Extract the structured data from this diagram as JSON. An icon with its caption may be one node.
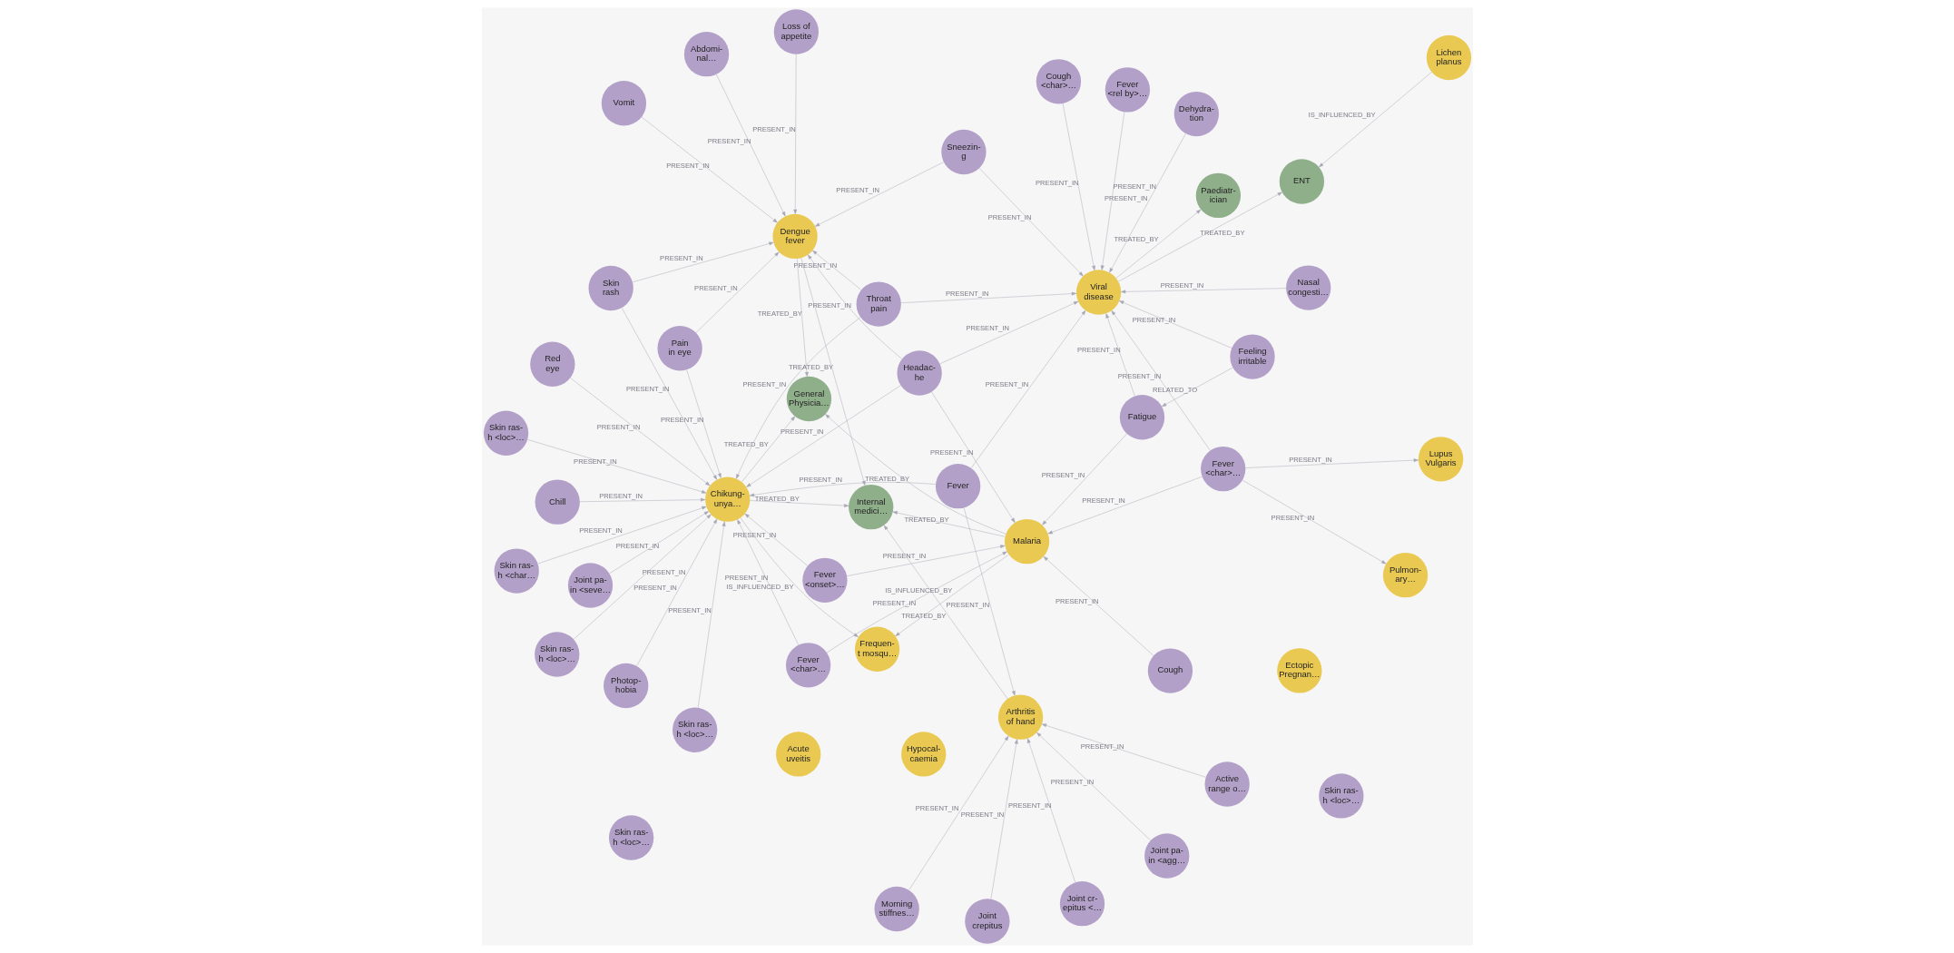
{
  "diagram": {
    "nodes": [
      {
        "text": [
          "Joint crepitus"
        ]
      },
      {
        "text": [
          "Frequen- t mosqu…"
        ]
      },
      {
        "text": [
          "Internal medici…"
        ]
      },
      {
        "text": [
          "Lupus Vulgaris"
        ]
      },
      {
        "text": [
          "Ectopic Pregnan…"
        ]
      },
      {
        "text": [
          "Active range o…"
        ]
      },
      {
        "text": [
          "Malaria"
        ]
      },
      {
        "text": [
          "Fever <char>…"
        ]
      },
      {
        "text": [
          "Acute uveitis"
        ]
      },
      {
        "text": [
          "Pulmon- ary…"
        ]
      },
      {
        "text": [
          "Joint pa- in <agg…"
        ]
      },
      {
        "text": [
          "Fever <char>…"
        ]
      },
      {
        "text": [
          "General Physicia…"
        ]
      },
      {
        "text": [
          "Morning stiffnes…"
        ]
      },
      {
        "text": [
          "Arthritis of hand"
        ]
      },
      {
        "text": [
          "Fever <onset>…"
        ]
      },
      {
        "text": [
          "Cough"
        ]
      },
      {
        "text": [
          "Fatigue"
        ]
      },
      {
        "text": [
          "Feeling irritable"
        ]
      },
      {
        "text": [
          "Cough <char>…"
        ]
      },
      {
        "text": [
          "Fever"
        ]
      },
      {
        "text": [
          "Chill"
        ]
      },
      {
        "text": [
          "Joint cr- epitus <…"
        ]
      },
      {
        "text": [
          "Vomit"
        ]
      },
      {
        "text": [
          "Headac- he"
        ]
      },
      {
        "text": [
          "Paediatr- ician"
        ]
      },
      {
        "text": [
          "Dehydra- tion"
        ]
      },
      {
        "text": [
          "Viral disease"
        ]
      },
      {
        "text": [
          "Hypocal- caemia"
        ]
      },
      {
        "text": [
          "Chikung- unya…"
        ]
      },
      {
        "text": [
          "Joint pa- in <seve…"
        ]
      },
      {
        "text": [
          "Photop- hobia"
        ]
      },
      {
        "text": [
          "Skin ras- h <loc>…"
        ]
      },
      {
        "text": [
          "Skin rash"
        ]
      },
      {
        "text": [
          "Throat pain"
        ]
      },
      {
        "text": [
          "Sneezin- g"
        ]
      },
      {
        "text": [
          "Fever <rel by>…"
        ]
      },
      {
        "text": [
          "ENT"
        ]
      },
      {
        "text": [
          "Pain in eye"
        ]
      },
      {
        "text": [
          "Skin ras- h <loc>…"
        ]
      },
      {
        "text": [
          "Red eye"
        ]
      },
      {
        "text": [
          "Skin ras- h <loc>…"
        ]
      },
      {
        "text": [
          "Skin ras- h <loc>…"
        ]
      },
      {
        "text": [
          "Abdomi- nal…"
        ]
      },
      {
        "text": [
          "Dengue fever"
        ]
      },
      {
        "text": [
          "Loss of appetite"
        ]
      },
      {
        "text": [
          "Skin ras- h <loc>…"
        ]
      },
      {
        "text": [
          "Skin ras- h <char…"
        ]
      },
      {
        "text": [
          "Nasal congesti…"
        ]
      },
      {
        "text": [
          "Lichen planus"
        ]
      }
    ],
    "edges": [
      {
        "from": 10,
        "to": 14,
        "arrow": "to",
        "label": "PRESENT_IN"
      },
      {
        "from": 0,
        "to": 14,
        "arrow": "to",
        "label": "PRESENT_IN"
      },
      {
        "from": 5,
        "to": 14,
        "arrow": "to",
        "label": "PRESENT_IN"
      },
      {
        "from": 13,
        "to": 14,
        "arrow": "to",
        "label": "PRESENT_IN"
      },
      {
        "from": 22,
        "to": 14,
        "arrow": "to",
        "label": "PRESENT_IN"
      },
      {
        "from": 20,
        "to": 14,
        "arrow": "to",
        "label": "PRESENT_IN"
      },
      {
        "from": 14,
        "to": 2,
        "arrow": "to",
        "label": "TREATED_BY"
      },
      {
        "from": 6,
        "to": 2,
        "arrow": "to",
        "label": "TREATED_BY"
      },
      {
        "from": 6,
        "to": 12,
        "arrow": "to",
        "label": "TREATED_BY"
      },
      {
        "from": 6,
        "to": 1,
        "arrow": "to",
        "label": "IS_INFLUENCED_BY"
      },
      {
        "from": 29,
        "to": 1,
        "arrow": "to",
        "label": "IS_INFLUENCED_BY"
      },
      {
        "from": 29,
        "to": 2,
        "arrow": "to",
        "label": "TREATED_BY"
      },
      {
        "from": 29,
        "to": 12,
        "arrow": "to",
        "label": "TREATED_BY"
      },
      {
        "from": 11,
        "to": 6,
        "arrow": "to",
        "label": "PRESENT_IN"
      },
      {
        "from": 7,
        "to": 6,
        "arrow": "to",
        "label": "PRESENT_IN"
      },
      {
        "from": 15,
        "to": 6,
        "arrow": "to",
        "label": "PRESENT_IN"
      },
      {
        "from": 16,
        "to": 6,
        "arrow": "to",
        "label": "PRESENT_IN"
      },
      {
        "from": 24,
        "to": 6,
        "arrow": "to",
        "label": "PRESENT_IN"
      },
      {
        "from": 17,
        "to": 6,
        "arrow": "to",
        "label": "PRESENT_IN"
      },
      {
        "from": 11,
        "to": 29,
        "arrow": "to",
        "label": "PRESENT_IN"
      },
      {
        "from": 20,
        "to": 29,
        "arrow": "to",
        "label": "PRESENT_IN"
      },
      {
        "from": 21,
        "to": 29,
        "arrow": "to",
        "label": "PRESENT_IN"
      },
      {
        "from": 30,
        "to": 29,
        "arrow": "to",
        "label": "PRESENT_IN"
      },
      {
        "from": 31,
        "to": 29,
        "arrow": "to",
        "label": "PRESENT_IN"
      },
      {
        "from": 32,
        "to": 29,
        "arrow": "to",
        "label": "PRESENT_IN"
      },
      {
        "from": 39,
        "to": 29,
        "arrow": "to",
        "label": "PRESENT_IN"
      },
      {
        "from": 42,
        "to": 29,
        "arrow": "to",
        "label": "PRESENT_IN"
      },
      {
        "from": 40,
        "to": 29,
        "arrow": "to",
        "label": "PRESENT_IN"
      },
      {
        "from": 38,
        "to": 29,
        "arrow": "to",
        "label": "PRESENT_IN"
      },
      {
        "from": 47,
        "to": 29,
        "arrow": "to",
        "label": "PRESENT_IN"
      },
      {
        "from": 24,
        "to": 29,
        "arrow": "to",
        "label": "PRESENT_IN"
      },
      {
        "from": 33,
        "to": 29,
        "arrow": "to",
        "label": "PRESENT_IN"
      },
      {
        "from": 34,
        "to": 29,
        "arrow": "to",
        "label": "PRESENT_IN"
      },
      {
        "from": 15,
        "to": 29,
        "arrow": "to",
        "label": "PRESENT_IN"
      },
      {
        "from": 33,
        "to": 44,
        "arrow": "to",
        "label": "PRESENT_IN"
      },
      {
        "from": 34,
        "to": 44,
        "arrow": "to",
        "label": "PRESENT_IN"
      },
      {
        "from": 24,
        "to": 44,
        "arrow": "to",
        "label": "PRESENT_IN"
      },
      {
        "from": 38,
        "to": 44,
        "arrow": "to",
        "label": "PRESENT_IN"
      },
      {
        "from": 43,
        "to": 44,
        "arrow": "to",
        "label": "PRESENT_IN"
      },
      {
        "from": 45,
        "to": 44,
        "arrow": "to",
        "label": "PRESENT_IN"
      },
      {
        "from": 35,
        "to": 44,
        "arrow": "to",
        "label": "PRESENT_IN"
      },
      {
        "from": 23,
        "to": 44,
        "arrow": "to",
        "label": "PRESENT_IN"
      },
      {
        "from": 44,
        "to": 2,
        "arrow": "to",
        "label": "TREATED_BY"
      },
      {
        "from": 44,
        "to": 12,
        "arrow": "to",
        "label": "TREATED_BY"
      },
      {
        "from": 26,
        "to": 27,
        "arrow": "to",
        "label": "PRESENT_IN"
      },
      {
        "from": 27,
        "to": 25,
        "arrow": "to",
        "label": "TREATED_BY"
      },
      {
        "from": 27,
        "to": 37,
        "arrow": "to",
        "label": "TREATED_BY"
      },
      {
        "from": 24,
        "to": 27,
        "arrow": "to",
        "label": "PRESENT_IN"
      },
      {
        "from": 34,
        "to": 27,
        "arrow": "to",
        "label": "PRESENT_IN"
      },
      {
        "from": 35,
        "to": 27,
        "arrow": "to",
        "label": "PRESENT_IN"
      },
      {
        "from": 36,
        "to": 27,
        "arrow": "to",
        "label": "PRESENT_IN"
      },
      {
        "from": 48,
        "to": 27,
        "arrow": "to",
        "label": "PRESENT_IN"
      },
      {
        "from": 17,
        "to": 27,
        "arrow": "to",
        "label": "PRESENT_IN"
      },
      {
        "from": 18,
        "to": 27,
        "arrow": "to",
        "label": "PRESENT_IN"
      },
      {
        "from": 7,
        "to": 27,
        "arrow": "to",
        "label": "PRESENT_IN"
      },
      {
        "from": 19,
        "to": 27,
        "arrow": "to",
        "label": "PRESENT_IN"
      },
      {
        "from": 20,
        "to": 27,
        "arrow": "to",
        "label": "PRESENT_IN"
      },
      {
        "from": 18,
        "to": 17,
        "arrow": "to",
        "label": "RELATED_TO"
      },
      {
        "from": 7,
        "to": 9,
        "arrow": "to",
        "label": "PRESENT_IN"
      },
      {
        "from": 7,
        "to": 3,
        "arrow": "to",
        "label": "PRESENT_IN"
      },
      {
        "from": 49,
        "to": 37,
        "arrow": "to",
        "label": "IS_INFLUENCED_BY"
      }
    ]
  }
}
